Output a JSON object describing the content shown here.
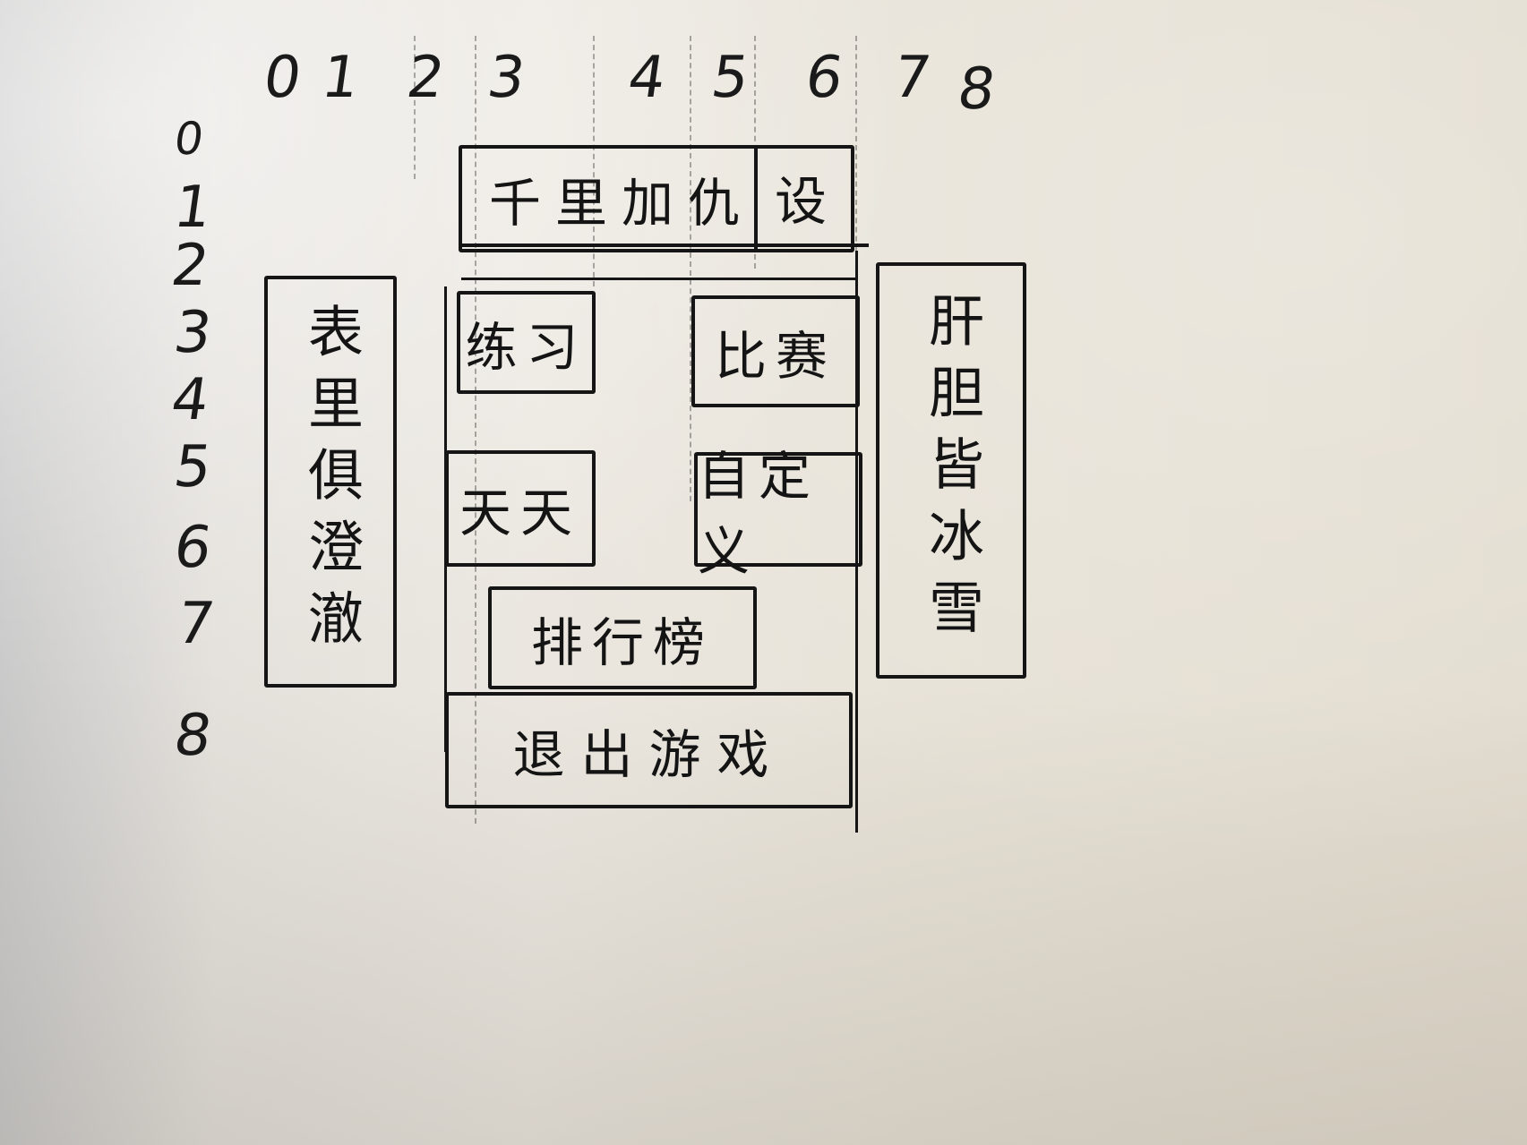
{
  "sketch": {
    "column_numbers": [
      "0",
      "1",
      "2",
      "3",
      "4",
      "5",
      "6",
      "7",
      "8"
    ],
    "row_numbers": [
      "0",
      "1",
      "2",
      "3",
      "4",
      "5",
      "6",
      "7",
      "8"
    ],
    "header_main_label": "千里加仇",
    "header_corner_label": "设",
    "left_panel_label": "表里俱澄澈",
    "right_panel_label": "肝胆皆冰雪",
    "tile_practice": "练习",
    "tile_match": "比赛",
    "tile_daily": "天天",
    "tile_custom": "自定义",
    "tile_leaderboard": "排行榜",
    "exit_button_label": "退出游戏"
  }
}
